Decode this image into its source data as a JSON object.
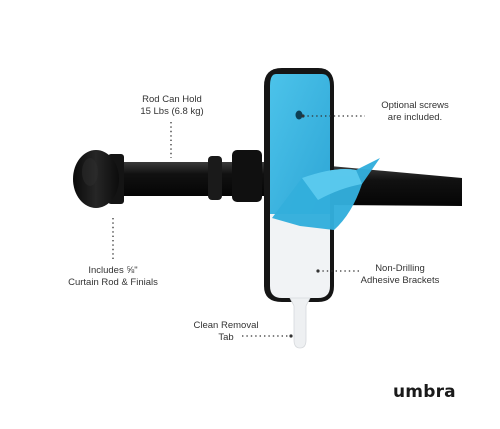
{
  "labels": {
    "rod_capacity": {
      "line1": "Rod Can Hold",
      "line2": "15 Lbs (6.8 kg)"
    },
    "optional_screws": {
      "line1": "Optional screws",
      "line2": "are included."
    },
    "includes_rod": {
      "line1": "Includes ⅝\"",
      "line2": "Curtain Rod & Finials"
    },
    "non_drilling": {
      "line1": "Non-Drilling",
      "line2": "Adhesive Brackets"
    },
    "clean_removal": {
      "line1": "Clean Removal",
      "line2": "Tab"
    }
  },
  "brand": {
    "logo_text": "umbra"
  },
  "colors": {
    "rod": "#111111",
    "bracket": "#161616",
    "adhesive_blue": "#35b3df",
    "liner": "#f1f3f5",
    "callout_dots": "#333333"
  }
}
